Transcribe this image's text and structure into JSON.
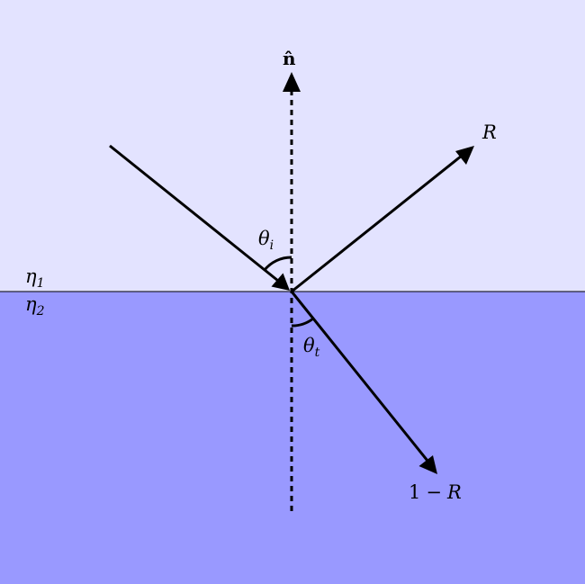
{
  "colors": {
    "upper_medium": "#e3e3ff",
    "lower_medium": "#9999ff",
    "stroke": "#000000"
  },
  "labels": {
    "normal_symbol": "n̂",
    "incident_angle": {
      "symbol": "θ",
      "subscript": "i"
    },
    "transmitted_angle": {
      "symbol": "θ",
      "subscript": "t"
    },
    "eta1": {
      "symbol": "η",
      "subscript": "1"
    },
    "eta2": {
      "symbol": "η",
      "subscript": "2"
    },
    "reflected": "R",
    "transmitted": {
      "one": "1",
      "minus": "−",
      "r": "R"
    }
  },
  "icons": {
    "normal_arrow": "arrowhead-up",
    "reflected_arrow": "arrowhead",
    "transmitted_arrow": "arrowhead",
    "incident_arrow": "arrowhead"
  }
}
